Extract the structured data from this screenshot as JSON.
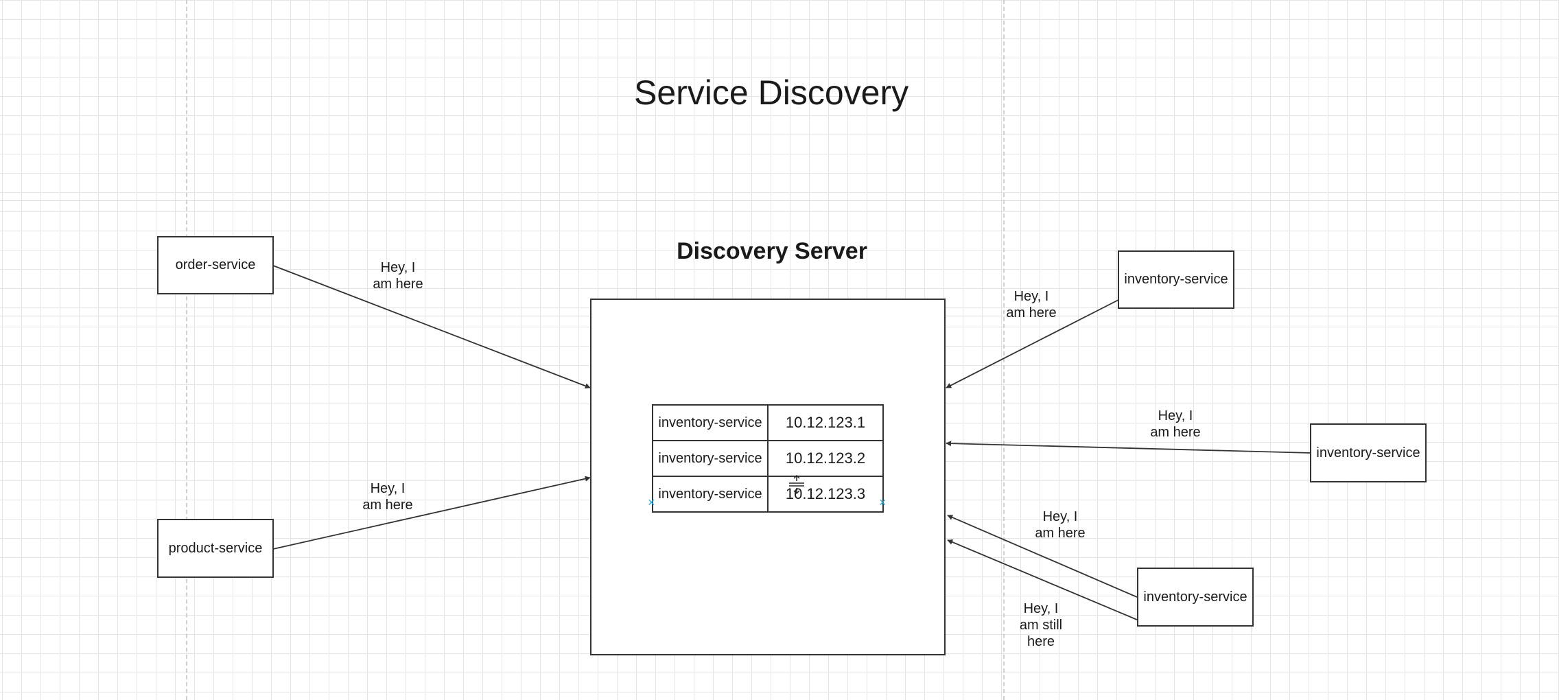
{
  "diagram": {
    "title": "Service Discovery",
    "server": {
      "title": "Discovery Server",
      "registry": [
        {
          "service": "inventory-service",
          "address": "10.12.123.1"
        },
        {
          "service": "inventory-service",
          "address": "10.12.123.2"
        },
        {
          "service": "inventory-service",
          "address": "10.12.123.3"
        }
      ]
    },
    "nodes": {
      "order": "order-service",
      "product": "product-service",
      "inventory_1": "inventory-service",
      "inventory_2": "inventory-service",
      "inventory_3": "inventory-service"
    },
    "edge_labels": {
      "order": "Hey, I\nam here",
      "product": "Hey, I\nam here",
      "inventory_1": "Hey, I\nam here",
      "inventory_2": "Hey, I\nam here",
      "inventory_3a": "Hey, I\nam here",
      "inventory_3b": "Hey, I\nam still\nhere"
    },
    "colors": {
      "stroke": "#333333",
      "grid": "#e4e4e4",
      "selection": "#29a8e0"
    }
  }
}
